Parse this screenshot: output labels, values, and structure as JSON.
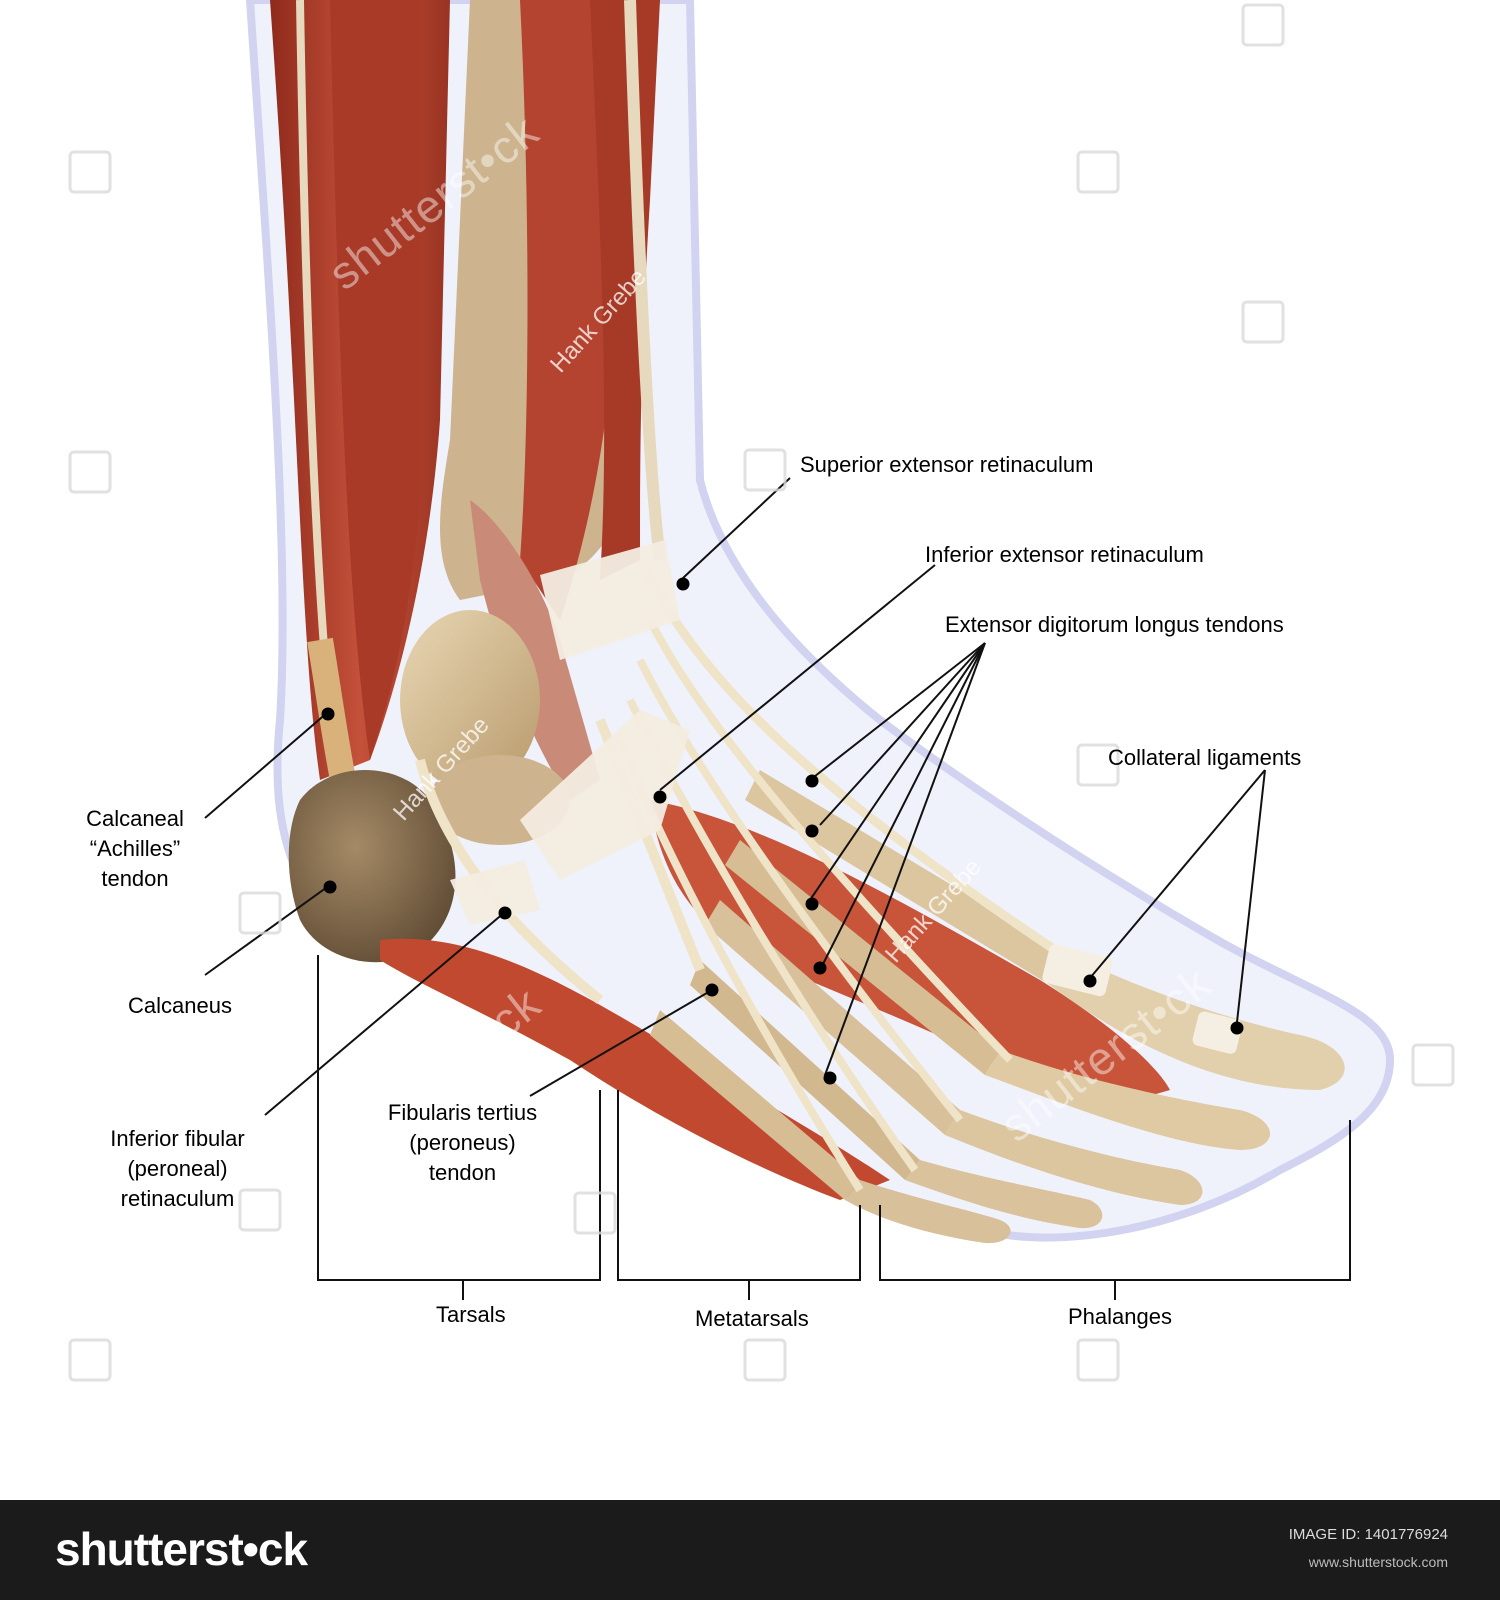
{
  "labels": {
    "superior_extensor_retinaculum": "Superior extensor retinaculum",
    "inferior_extensor_retinaculum": "Inferior extensor retinaculum",
    "extensor_digitorum_longus_tendons": "Extensor digitorum longus tendons",
    "collateral_ligaments": "Collateral ligaments",
    "calcaneal_tendon": [
      "Calcaneal",
      "“Achilles”",
      "tendon"
    ],
    "calcaneus": "Calcaneus",
    "inferior_fibular_retinaculum": [
      "Inferior fibular",
      "(peroneal)",
      "retinaculum"
    ],
    "fibularis_tertius_tendon": [
      "Fibularis tertius",
      "(peroneus)",
      "tendon"
    ],
    "tarsals": "Tarsals",
    "metatarsals": "Metatarsals",
    "phalanges": "Phalanges"
  },
  "watermark": {
    "brand": "shutterst•ck",
    "artist": "Hank Grebe"
  },
  "footer": {
    "brand": "shutterst•ck",
    "image_id": "IMAGE ID: 1401776924",
    "site": "www.shutterstock.com"
  },
  "colors": {
    "muscle": "#b8412c",
    "tendon": "#e9dcc2",
    "bone": "#d9c29a",
    "skin_outline": "#c9ccee",
    "footer_bg": "#1b1b1b"
  }
}
